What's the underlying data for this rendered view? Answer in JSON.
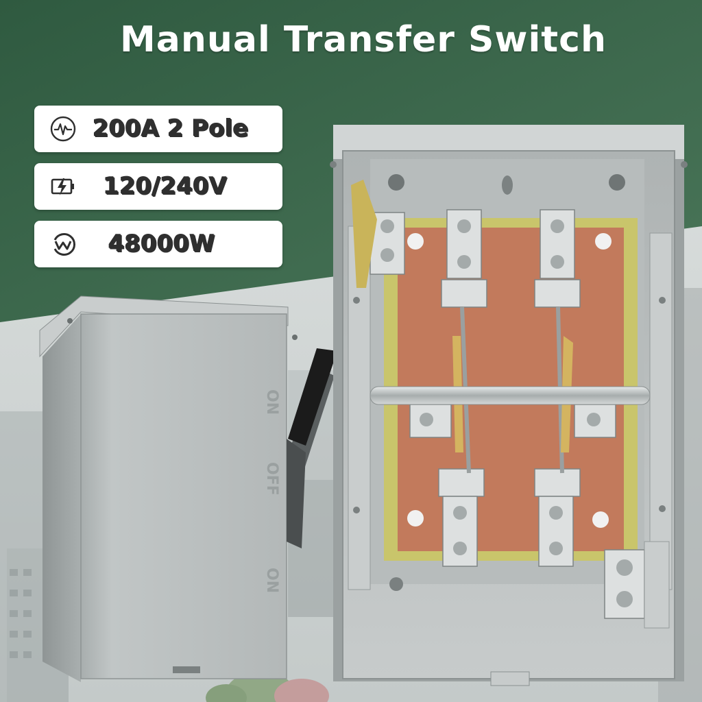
{
  "title": "Manual Transfer Switch",
  "specs": [
    {
      "icon": "pulse-icon",
      "label": "200A 2 Pole"
    },
    {
      "icon": "battery-bolt-icon",
      "label": "120/240V"
    },
    {
      "icon": "wattage-icon",
      "label": "48000W"
    }
  ],
  "closed_box": {
    "door_labels": [
      "ON",
      "OFF",
      "ON"
    ]
  },
  "colors": {
    "banner_green": "#3e6a4f",
    "enclosure_gray": "#b9bebe",
    "panel_copper": "#c27a5c",
    "panel_yellow": "#c9c56b"
  }
}
